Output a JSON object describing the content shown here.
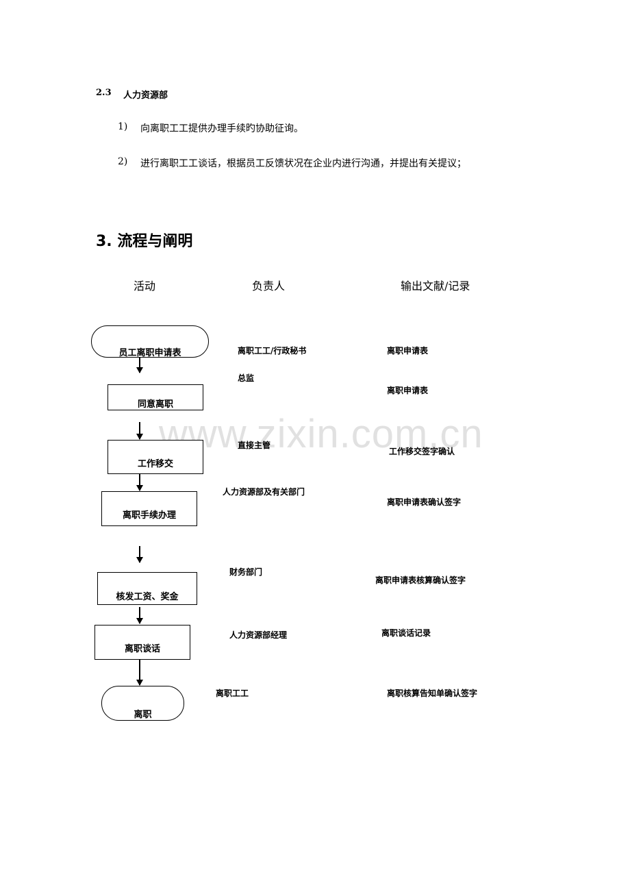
{
  "section": {
    "number": "2.3",
    "title": "人力资源部"
  },
  "items": [
    {
      "num": "1)",
      "text": "向离职工工提供办理手续旳协助征询。"
    },
    {
      "num": "2)",
      "text": "进行离职工工谈话，根据员工反馈状况在企业内进行沟通，并提出有关提议；"
    }
  ],
  "heading": "3. 流程与阐明",
  "columns": {
    "activity": "活动",
    "owner": "负责人",
    "output": "输出文献/记录"
  },
  "flow": {
    "nodes": [
      "员工离职申请表",
      "同意离职",
      "工作移交",
      "离职手续办理",
      "核发工资、奖金",
      "离职谈话",
      "离职"
    ],
    "owners": [
      "离职工工/行政秘书",
      "总监",
      "直接主管",
      "人力资源部及有关部门",
      "财务部门",
      "人力资源部经理",
      "离职工工"
    ],
    "outputs": [
      "离职申请表",
      "离职申请表",
      "工作移交签字确认",
      "离职申请表确认签字",
      "离职申请表核算确认签字",
      "离职谈话记录",
      "离职核算告知单确认签字"
    ]
  },
  "watermark": "www.zixin.com.cn"
}
